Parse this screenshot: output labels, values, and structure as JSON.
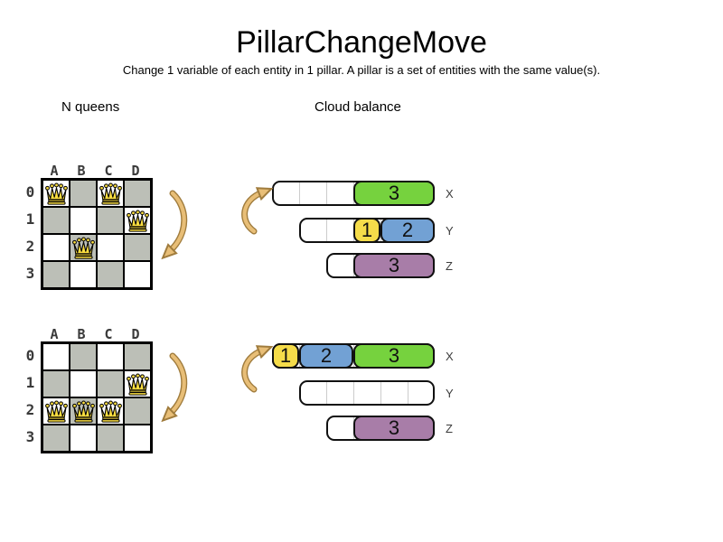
{
  "title": "PillarChangeMove",
  "subtitle": "Change 1 variable of each entity in 1 pillar. A pillar is a set of entities with the same value(s).",
  "sections": {
    "nqueens_label": "N queens",
    "cloud_label": "Cloud balance"
  },
  "colors": {
    "board_gray": "#BCBFB7",
    "queen_gold": "#FADD40",
    "process_yellow": "#F5DC4A",
    "process_blue": "#72A1D4",
    "process_green": "#76D23E",
    "process_purple": "#A87DA8",
    "arrow_light": "#E8BE77",
    "arrow_dark": "#A07C3D",
    "bar_divider": "#CCCCCC"
  },
  "nqueens": {
    "columns": [
      "A",
      "B",
      "C",
      "D"
    ],
    "rows": [
      "0",
      "1",
      "2",
      "3"
    ],
    "states": [
      {
        "queens": [
          {
            "row": 0,
            "col": 0
          },
          {
            "row": 0,
            "col": 2
          },
          {
            "row": 1,
            "col": 3
          },
          {
            "row": 2,
            "col": 1
          }
        ]
      },
      {
        "queens": [
          {
            "row": 1,
            "col": 3
          },
          {
            "row": 2,
            "col": 0
          },
          {
            "row": 2,
            "col": 1
          },
          {
            "row": 2,
            "col": 2
          }
        ]
      }
    ]
  },
  "cloud": {
    "states": [
      {
        "computers": [
          {
            "label": "X",
            "capacity": 6,
            "processes": [
              {
                "value": "3",
                "size": 3,
                "color": "process_green"
              }
            ]
          },
          {
            "label": "Y",
            "capacity": 5,
            "processes": [
              {
                "value": "1",
                "size": 1,
                "color": "process_yellow"
              },
              {
                "value": "2",
                "size": 2,
                "color": "process_blue"
              }
            ]
          },
          {
            "label": "Z",
            "capacity": 4,
            "processes": [
              {
                "value": "3",
                "size": 3,
                "color": "process_purple"
              }
            ]
          }
        ]
      },
      {
        "computers": [
          {
            "label": "X",
            "capacity": 6,
            "processes": [
              {
                "value": "1",
                "size": 1,
                "color": "process_yellow"
              },
              {
                "value": "2",
                "size": 2,
                "color": "process_blue"
              },
              {
                "value": "3",
                "size": 3,
                "color": "process_green"
              }
            ]
          },
          {
            "label": "Y",
            "capacity": 5,
            "processes": []
          },
          {
            "label": "Z",
            "capacity": 4,
            "processes": [
              {
                "value": "3",
                "size": 3,
                "color": "process_purple"
              }
            ]
          }
        ]
      }
    ]
  }
}
